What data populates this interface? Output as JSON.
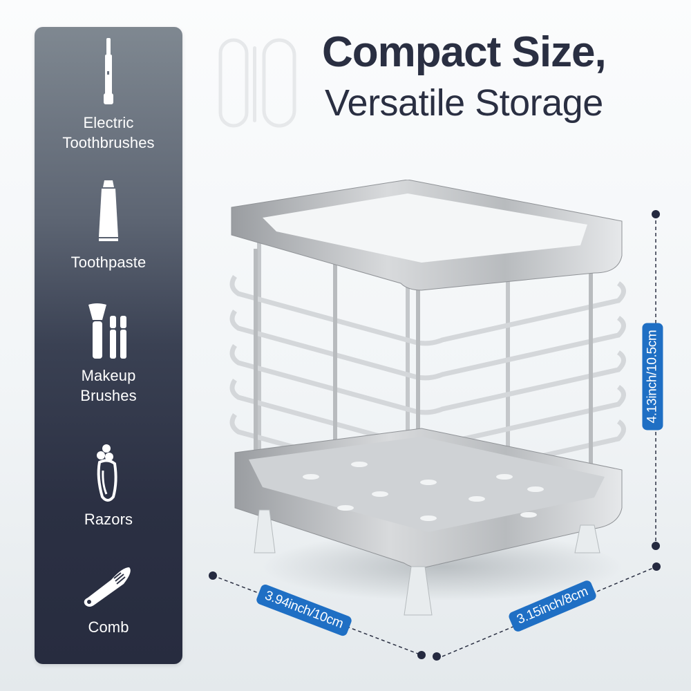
{
  "headline": {
    "line1": "Compact Size,",
    "line2": "Versatile Storage"
  },
  "sidebar": {
    "items": [
      {
        "icon": "electric-toothbrush-icon",
        "label_lines": [
          "Electric",
          "Toothbrushes"
        ]
      },
      {
        "icon": "toothpaste-icon",
        "label_lines": [
          "Toothpaste"
        ]
      },
      {
        "icon": "makeup-brushes-icon",
        "label_lines": [
          "Makeup",
          "Brushes"
        ]
      },
      {
        "icon": "razor-icon",
        "label_lines": [
          "Razors"
        ]
      },
      {
        "icon": "comb-icon",
        "label_lines": [
          "Comb"
        ]
      }
    ]
  },
  "product": {
    "name": "stainless steel toothbrush holder caddy"
  },
  "dimensions": {
    "height": "4.13inch/10.5cm",
    "length": "3.94inch/10cm",
    "width": "3.15inch/8cm"
  },
  "colors": {
    "accent": "#1f6fc4",
    "text_dark": "#2a2f42",
    "sidebar_top": "#7f8891",
    "sidebar_bottom": "#272c3f"
  }
}
